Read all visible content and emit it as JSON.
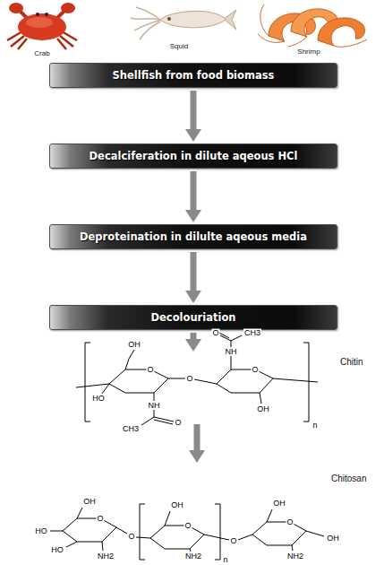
{
  "diagram": {
    "nodes": [
      {
        "text": [
          "Shellfish from food biomass"
        ]
      },
      {
        "text": [
          "Decalciferation in dilute aqeous HCl"
        ]
      },
      {
        "text": [
          "Deproteination in dilulte aqeous media"
        ]
      },
      {
        "text": [
          "Decolouriation"
        ]
      },
      {
        "text": [
          "Chitin"
        ]
      },
      {
        "text": [
          "Chitosan"
        ]
      }
    ],
    "edges": [
      {
        "from": 0,
        "to": 1,
        "arrow": "to"
      },
      {
        "from": 1,
        "to": 2,
        "arrow": "to"
      },
      {
        "from": 2,
        "to": 3,
        "arrow": "to"
      },
      {
        "from": 3,
        "to": 4,
        "arrow": "to"
      },
      {
        "from": 4,
        "to": 5,
        "arrow": "to"
      }
    ],
    "labels": [
      "Crab",
      "Squid",
      "Shrimp",
      "OH",
      "HO",
      "O",
      "NH",
      "O",
      "CH3",
      "O",
      "O",
      "NH",
      "O",
      "CH3",
      "OH",
      "n",
      "OH",
      "HO",
      "HO",
      "O",
      "NH2",
      "O",
      "OH",
      "O",
      "NH2",
      "n",
      "O",
      "OH",
      "O",
      "NH2",
      "OH"
    ]
  }
}
